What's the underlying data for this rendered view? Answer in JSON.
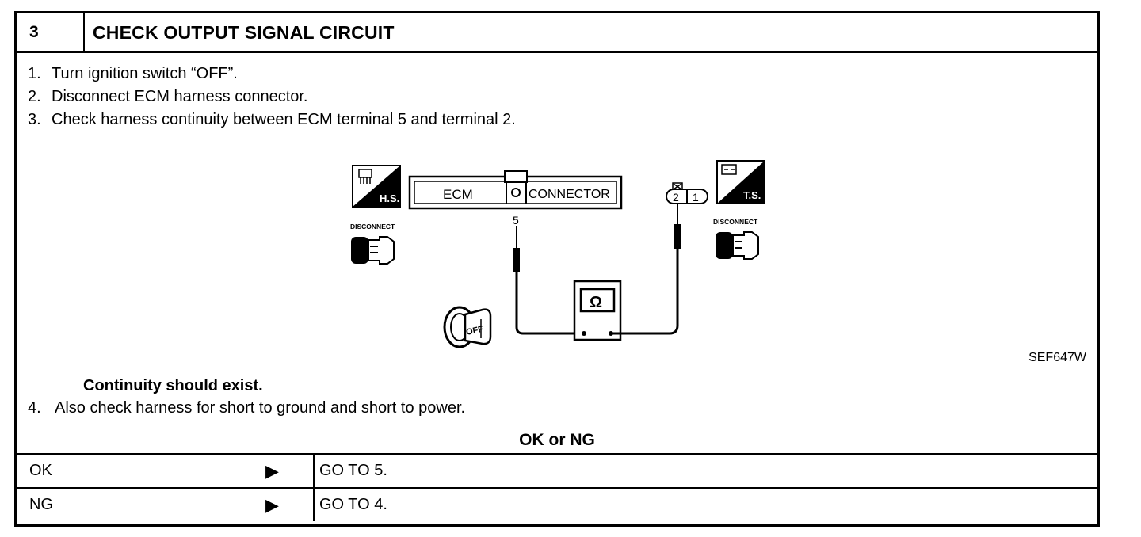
{
  "header": {
    "step_number": "3",
    "title": "CHECK OUTPUT SIGNAL CIRCUIT"
  },
  "steps": [
    {
      "num": "1.",
      "text": "Turn ignition switch “OFF”."
    },
    {
      "num": "2.",
      "text": "Disconnect ECM harness connector."
    },
    {
      "num": "3.",
      "text": "Check harness continuity between ECM terminal 5 and terminal 2."
    }
  ],
  "figure": {
    "hs_label": "H.S.",
    "ts_label": "T.S.",
    "disconnect_left": "DISCONNECT",
    "disconnect_right": "DISCONNECT",
    "ecm_label": "ECM",
    "connector_label": "CONNECTOR",
    "terminal_5": "5",
    "connector_pin_2": "2",
    "connector_pin_1": "1",
    "ohm_symbol": "Ω",
    "key_label": "OFF",
    "figure_code": "SEF647W"
  },
  "result_note": "Continuity should exist.",
  "step4": {
    "num": "4.",
    "text": "Also check harness for short to ground and short to power."
  },
  "decision_label": "OK or NG",
  "results": [
    {
      "label": "OK",
      "arrow": "▶",
      "action": "GO TO 5."
    },
    {
      "label": "NG",
      "arrow": "▶",
      "action": "GO TO 4."
    }
  ]
}
